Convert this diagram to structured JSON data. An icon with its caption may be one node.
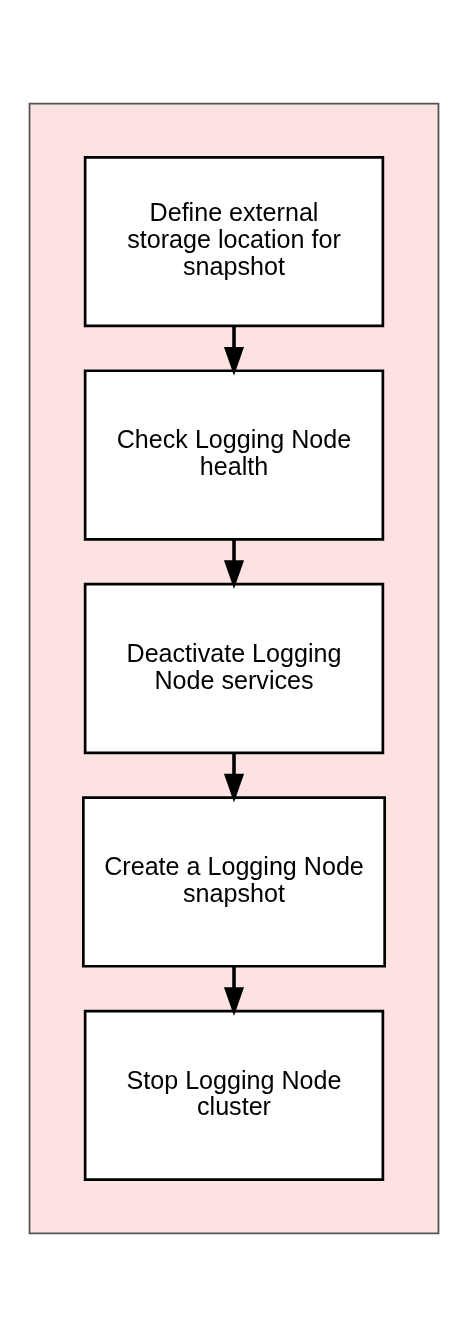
{
  "diagram": {
    "nodes": [
      {
        "text": [],
        "shape": "box"
      },
      {
        "text": [
          "Define external storage location for snapshot"
        ],
        "in": 0
      },
      {
        "text": [
          "Check Logging Node health"
        ],
        "in": 0
      },
      {
        "text": [
          "Deactivate Logging Node services"
        ],
        "in": 0
      },
      {
        "text": [
          "Create a Logging Node snapshot"
        ],
        "in": 0
      },
      {
        "text": [
          "Stop Logging Node cluster"
        ],
        "in": 0
      }
    ],
    "edges": [
      {
        "from": 1,
        "to": 2,
        "arrow": "to"
      },
      {
        "from": 2,
        "to": 3,
        "arrow": "to"
      },
      {
        "from": 3,
        "to": 4,
        "arrow": "to"
      },
      {
        "from": 4,
        "to": 5,
        "arrow": "to"
      }
    ]
  }
}
